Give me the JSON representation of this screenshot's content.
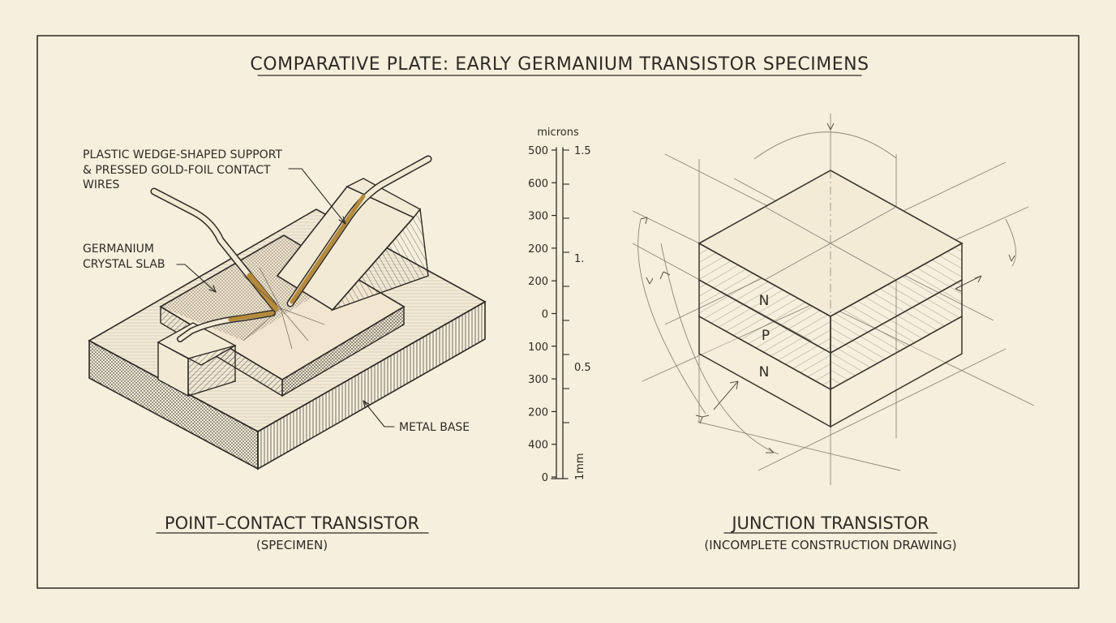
{
  "plate": {
    "title": "COMPARATIVE PLATE: EARLY GERMANIUM TRANSISTOR SPECIMENS"
  },
  "left": {
    "labels": {
      "support_line1": "PLASTIC WEDGE-SHAPED SUPPORT",
      "support_line2": "& PRESSED GOLD-FOIL CONTACT",
      "support_line3": "WIRES",
      "slab_line1": "GERMANIUM",
      "slab_line2": "CRYSTAL SLAB",
      "base": "METAL BASE"
    },
    "caption": "POINT–CONTACT TRANSISTOR",
    "subcaption": "(SPECIMEN)"
  },
  "scale": {
    "unit": "microns",
    "left_ticks": [
      "500",
      "600",
      "300",
      "200",
      "200",
      "0",
      "100",
      "300",
      "200",
      "400",
      "0"
    ],
    "right_ticks": [
      "1.5",
      "1.",
      "0.5"
    ],
    "right_unit": "1mm"
  },
  "right": {
    "layers": [
      "N",
      "P",
      "N"
    ],
    "caption": "JUNCTION TRANSISTOR",
    "subcaption": "(INCOMPLETE CONSTRUCTION DRAWING)"
  },
  "colors": {
    "paper": "#f7efdd",
    "ink": "#2e2a24",
    "gold": "#b58a3a"
  }
}
